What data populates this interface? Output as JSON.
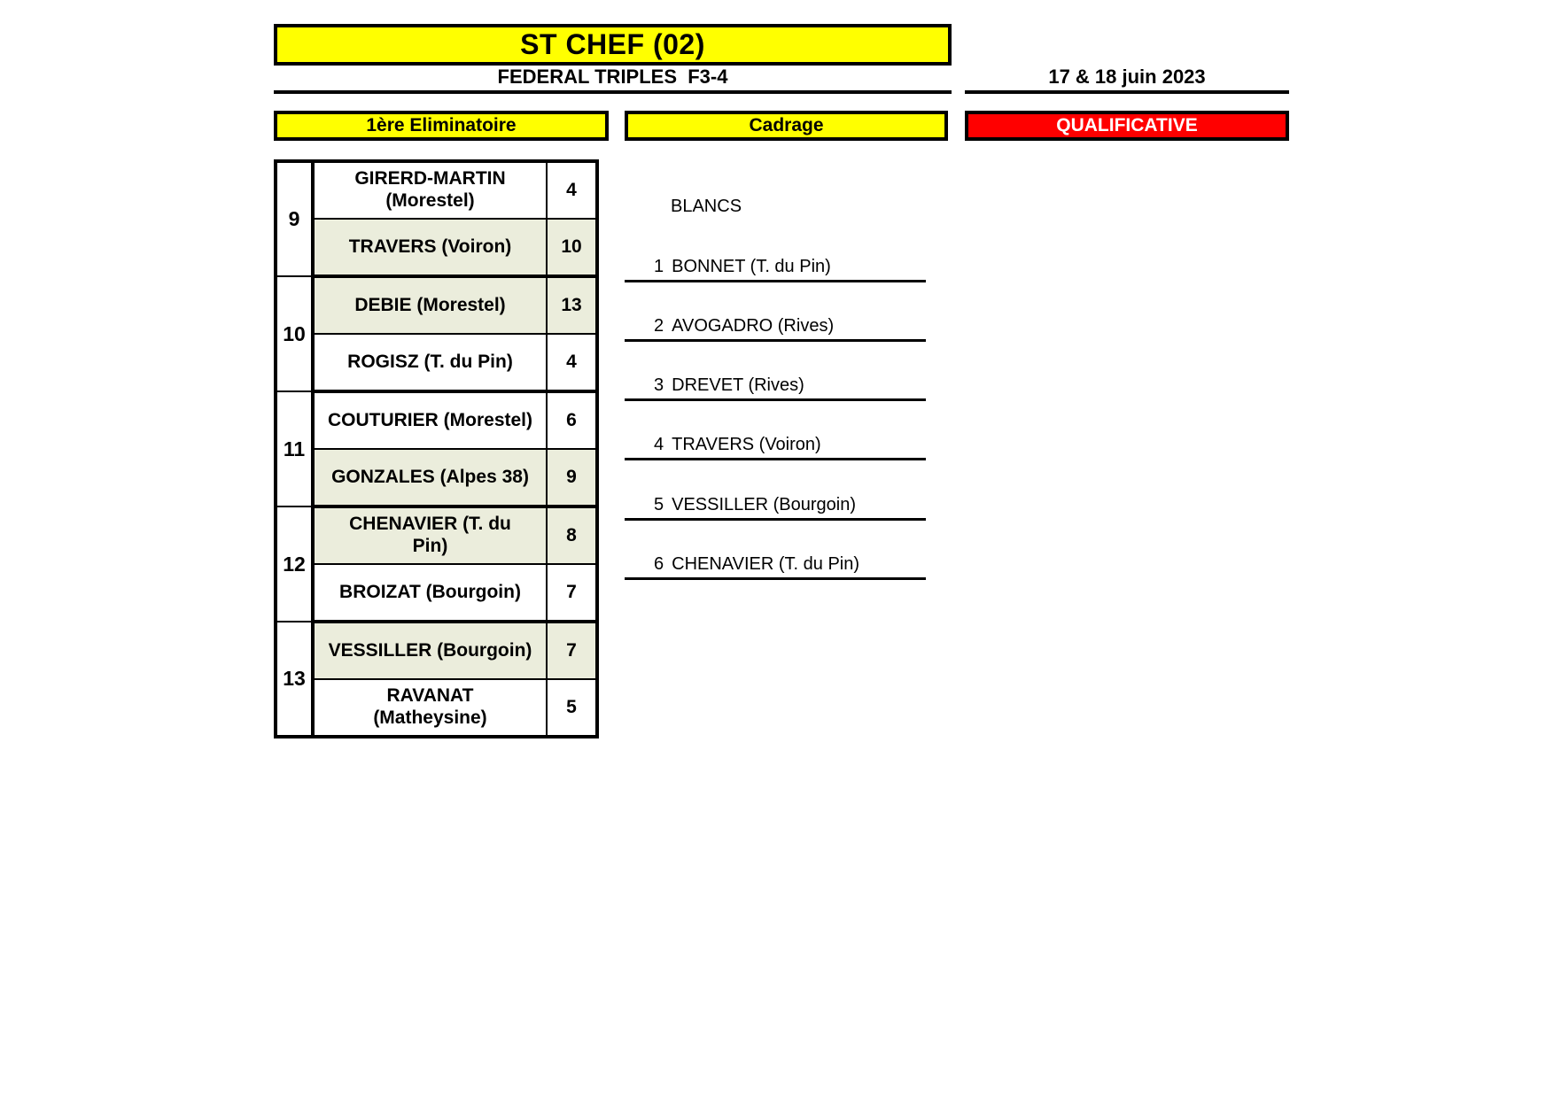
{
  "page": {
    "title": "ST CHEF (02)",
    "subtitle": "FEDERAL TRIPLES  F3-4",
    "date": "17 & 18 juin 2023"
  },
  "sections": {
    "eliminatoire": "1ère Eliminatoire",
    "cadrage": "Cadrage",
    "qualificative": "QUALIFICATIVE"
  },
  "colors": {
    "section_yellow": "#FFFF00",
    "qualificative_red": "#FF0000",
    "winner_highlight": "#EBEDDC"
  },
  "bracket": {
    "matches": [
      {
        "number": "9",
        "team1": {
          "name": "GIRERD-MARTIN\n(Morestel)",
          "score": "4",
          "winner": false
        },
        "team2": {
          "name": "TRAVERS (Voiron)",
          "score": "10",
          "winner": true
        }
      },
      {
        "number": "10",
        "team1": {
          "name": "DEBIE (Morestel)",
          "score": "13",
          "winner": true
        },
        "team2": {
          "name": "ROGISZ (T. du Pin)",
          "score": "4",
          "winner": false
        }
      },
      {
        "number": "11",
        "team1": {
          "name": "COUTURIER (Morestel)",
          "score": "6",
          "winner": false
        },
        "team2": {
          "name": "GONZALES (Alpes 38)",
          "score": "9",
          "winner": true
        }
      },
      {
        "number": "12",
        "team1": {
          "name": "CHENAVIER (T. du\nPin)",
          "score": "8",
          "winner": true
        },
        "team2": {
          "name": "BROIZAT (Bourgoin)",
          "score": "7",
          "winner": false
        }
      },
      {
        "number": "13",
        "team1": {
          "name": "VESSILLER (Bourgoin)",
          "score": "7",
          "winner": true
        },
        "team2": {
          "name": "RAVANAT\n(Matheysine)",
          "score": "5",
          "winner": false
        }
      }
    ]
  },
  "cadrage": {
    "heading": "BLANCS",
    "entries": [
      {
        "number": "1",
        "label": "BONNET (T. du Pin)"
      },
      {
        "number": "2",
        "label": "AVOGADRO (Rives)"
      },
      {
        "number": "3",
        "label": "DREVET (Rives)"
      },
      {
        "number": "4",
        "label": "TRAVERS (Voiron)"
      },
      {
        "number": "5",
        "label": "VESSILLER (Bourgoin)"
      },
      {
        "number": "6",
        "label": "CHENAVIER (T. du Pin)"
      }
    ]
  }
}
